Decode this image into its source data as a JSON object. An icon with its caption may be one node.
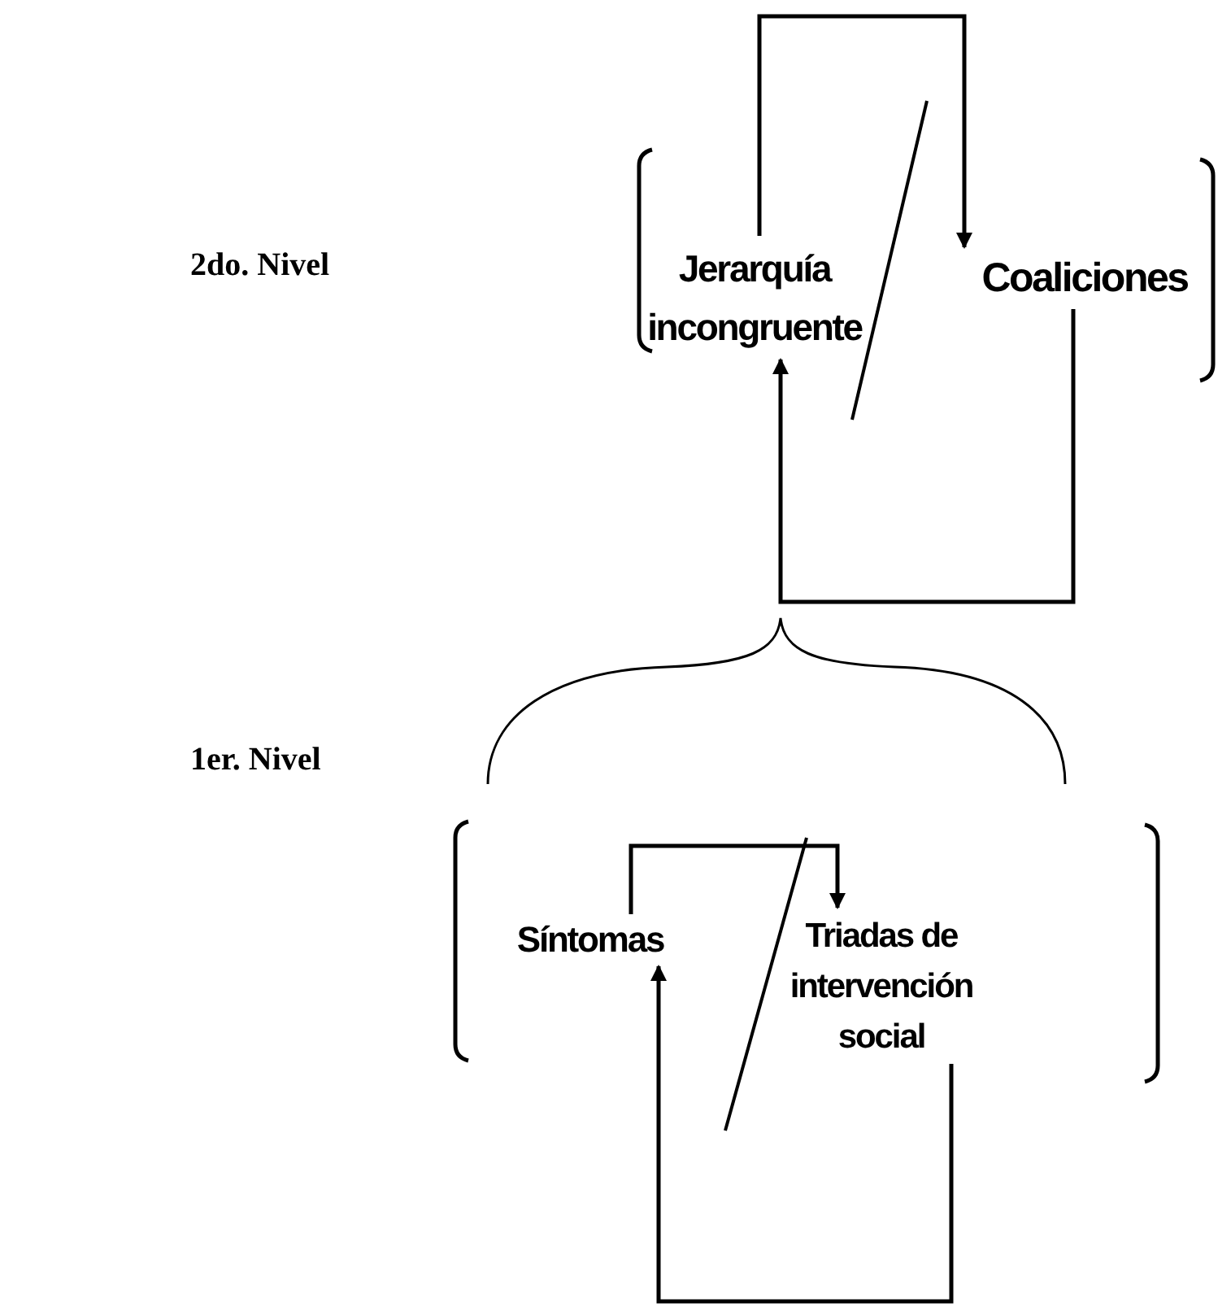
{
  "diagram": {
    "nodes": [
      {
        "text": [
          "Jerarquía incongruente"
        ]
      },
      {
        "text": [
          "Coaliciones"
        ]
      },
      {
        "text": [
          "Síntomas"
        ]
      },
      {
        "text": [
          "Triadas de intervención social"
        ]
      }
    ],
    "edges": [
      {
        "from": 0,
        "to": 1,
        "arrow": "to"
      },
      {
        "from": 1,
        "to": 0,
        "arrow": "to"
      },
      {
        "from": 2,
        "to": 3,
        "arrow": "to"
      },
      {
        "from": 3,
        "to": 2,
        "arrow": "to"
      }
    ],
    "labels": [
      "2do. Nivel",
      "1er. Nivel"
    ]
  }
}
